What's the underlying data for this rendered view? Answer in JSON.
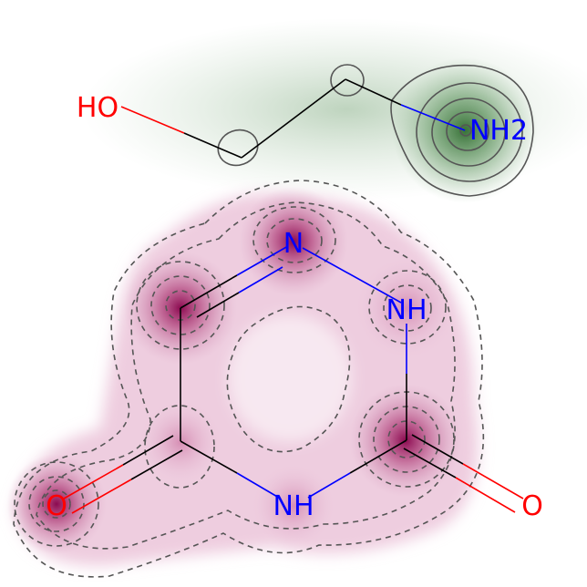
{
  "molecules": [
    {
      "atoms": [
        {
          "id": "o_hydroxyl",
          "label": "HO",
          "color": "#ff0000"
        },
        {
          "id": "n_amine",
          "label": "NH2",
          "color": "#0000ff"
        }
      ]
    },
    {
      "atoms": [
        {
          "id": "n_ring_top",
          "label": "N",
          "color": "#0000ff"
        },
        {
          "id": "nh_ring_right",
          "label": "NH",
          "color": "#0000ff"
        },
        {
          "id": "nh_ring_bottom",
          "label": "NH",
          "color": "#0000ff"
        },
        {
          "id": "o_left",
          "label": "O",
          "color": "#ff0000"
        },
        {
          "id": "o_right",
          "label": "O",
          "color": "#ff0000"
        }
      ]
    }
  ],
  "colors": {
    "positive_contribution": "#2e6b2e",
    "negative_contribution": "#8b0a50",
    "bond_carbon": "#000000",
    "bond_nitrogen": "#0000ff",
    "bond_oxygen": "#ff0000",
    "contour_line": "#555555"
  }
}
